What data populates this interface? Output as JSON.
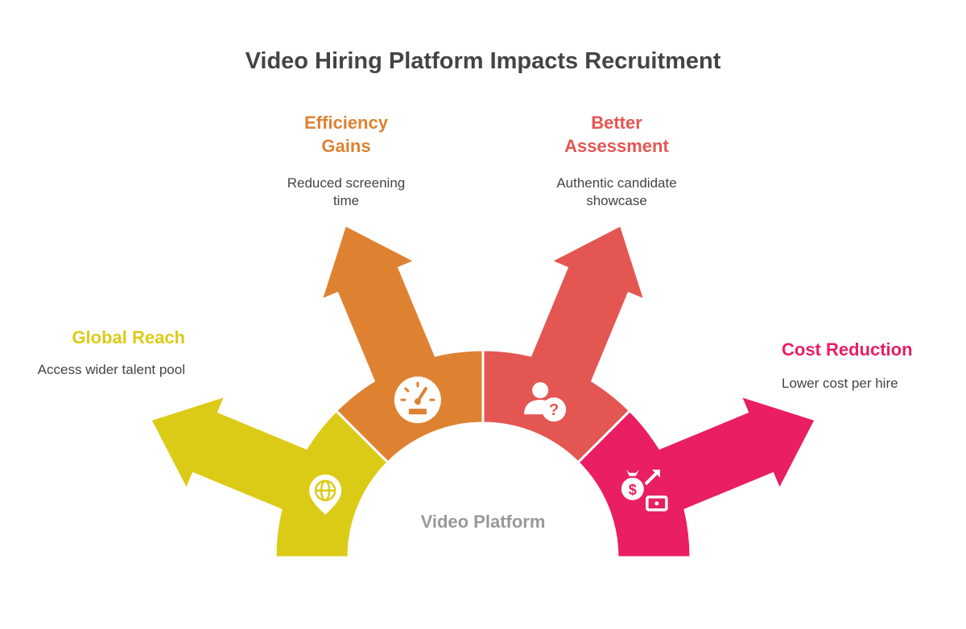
{
  "title": "Video Hiring Platform Impacts Recruitment",
  "center_label": "Video Platform",
  "items": [
    {
      "heading": "Global Reach",
      "description": "Access wider talent pool",
      "color": "#DCCB16",
      "icon": "globe-pin-icon"
    },
    {
      "heading": "Efficiency Gains",
      "description": "Reduced screening time",
      "color": "#DE8232",
      "icon": "speedometer-icon"
    },
    {
      "heading": "Better Assessment",
      "description": "Authentic candidate showcase",
      "color": "#E45652",
      "icon": "person-question-icon"
    },
    {
      "heading": "Cost Reduction",
      "description": "Lower cost per hire",
      "color": "#E91E63",
      "icon": "money-bag-icon"
    }
  ]
}
